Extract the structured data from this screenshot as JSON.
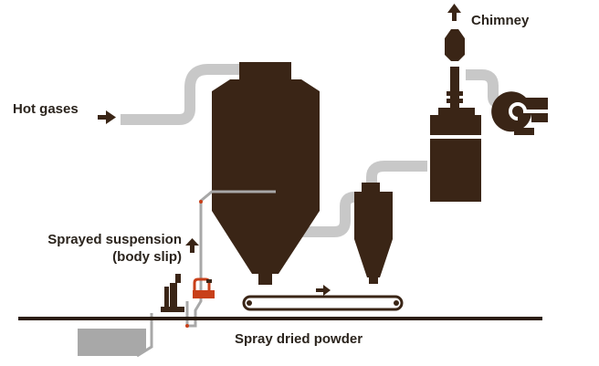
{
  "colors": {
    "equipment": "#3a2516",
    "duct": "#c8c8c8",
    "slurry_pipe": "#a8a8a8",
    "pump_accent": "#c8401a",
    "ground": "#2b1d12",
    "text": "#2b241d",
    "background": "#ffffff"
  },
  "labels": {
    "hot_gases": "Hot gases",
    "chimney": "Chimney",
    "sprayed_suspension_line1": "Sprayed suspension",
    "sprayed_suspension_line2": "(body slip)",
    "spray_dried_powder": "Spray dried powder"
  },
  "icons": {
    "hot_gas_arrow": "arrow-right-icon",
    "chimney_arrow": "arrow-up-icon",
    "suspension_arrow": "arrow-up-icon",
    "conveyor_arrow": "arrow-right-icon"
  }
}
